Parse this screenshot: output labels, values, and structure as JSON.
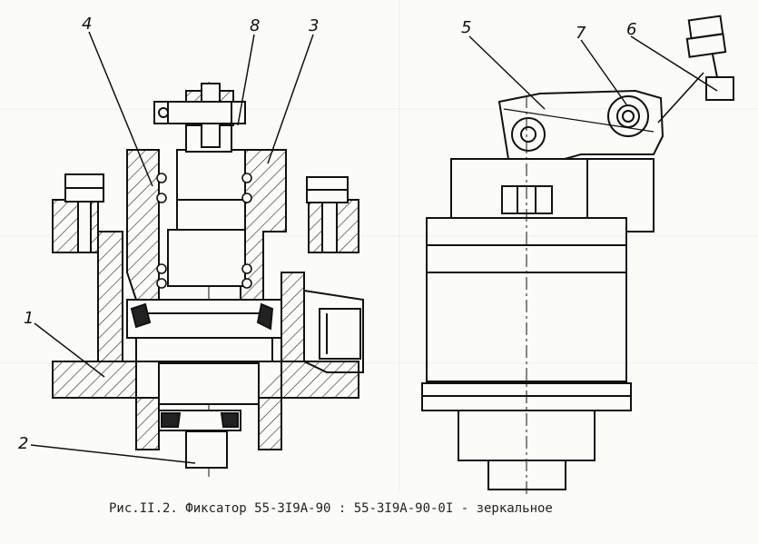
{
  "labels": {
    "l1": "1",
    "l2": "2",
    "l3": "3",
    "l4": "4",
    "l5": "5",
    "l6": "6",
    "l7": "7",
    "l8": "8"
  },
  "caption": "Рис.II.2. Фиксатор 55-3I9А-90 :  55-3I9А-90-0I  - зеркальное"
}
